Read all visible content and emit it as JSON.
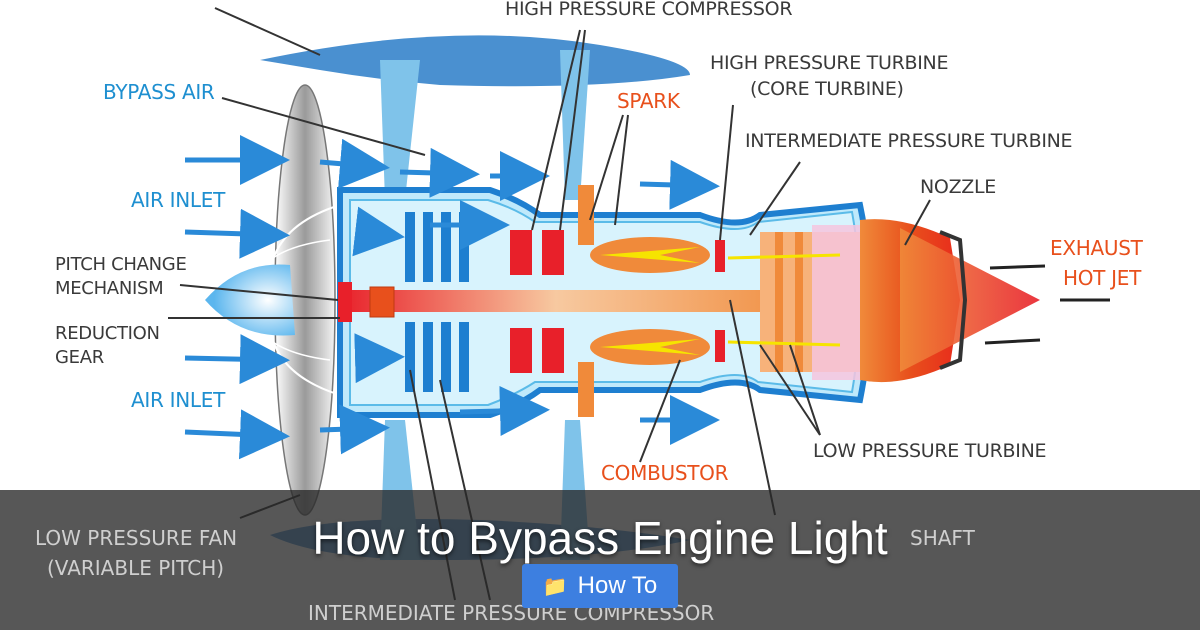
{
  "diagram": {
    "labels": {
      "high_pressure_compressor": "HIGH PRESSURE COMPRESSOR",
      "high_pressure_turbine": "HIGH PRESSURE TURBINE",
      "core_turbine": "(CORE TURBINE)",
      "spark": "SPARK",
      "bypass_air": "BYPASS AIR",
      "intermediate_pressure_turbine": "INTERMEDIATE PRESSURE TURBINE",
      "air_inlet_top": "AIR INLET",
      "nozzle": "NOZZLE",
      "pitch_change": "PITCH CHANGE",
      "mechanism": "MECHANISM",
      "exhaust": "EXHAUST",
      "hot_jet": "HOT JET",
      "reduction": "REDUCTION",
      "gear": "GEAR",
      "air_inlet_bottom": "AIR INLET",
      "low_pressure_turbine": "LOW PRESSURE TURBINE",
      "combustor": "COMBUSTOR",
      "low_pressure_fan": "LOW PRESSURE FAN",
      "variable_pitch": "(VARIABLE PITCH)",
      "shaft_partial": "SHAFT",
      "intermediate_pressure_compressor": "INTERMEDIATE PRESSURE COMPRESSOR"
    },
    "colors": {
      "fan_blade": "#4a90d0",
      "casing": "#1e7fd0",
      "core_fill": "#bfe9fb",
      "combustor_red": "#e8202a",
      "shaft_orange": "#f08a3a",
      "exhaust_red": "#e83a1c",
      "arrow_blue": "#2a8ad8",
      "flame_yellow": "#f6e400"
    }
  },
  "banner": {
    "title": "How to Bypass Engine Light",
    "category": "How To",
    "category_icon": "folder-icon"
  }
}
